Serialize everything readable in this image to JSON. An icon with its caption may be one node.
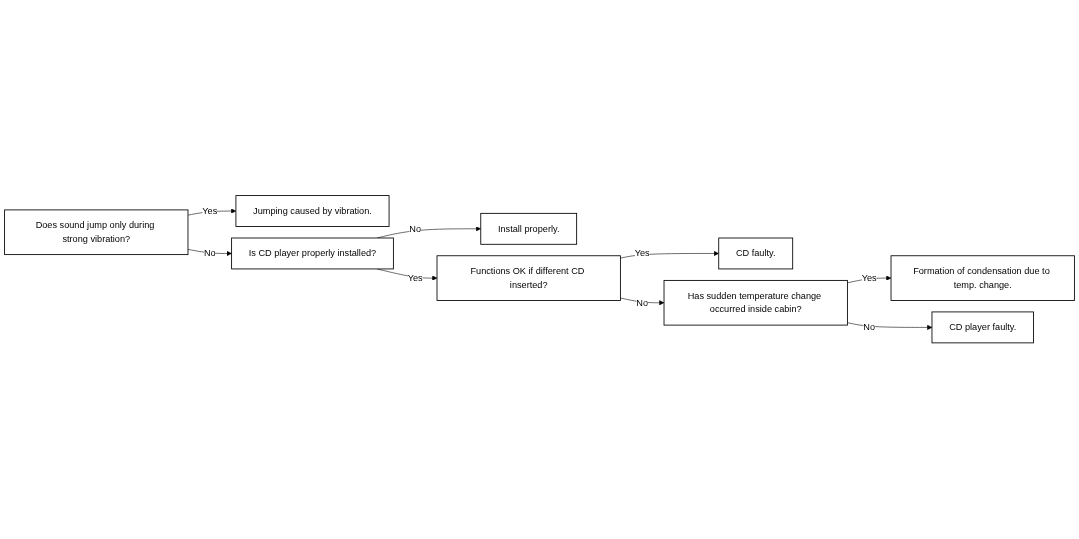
{
  "diagram": {
    "nodes": [
      {
        "text": [
          "Does sound jump only during strong vibration?"
        ]
      },
      {
        "text": [
          "Jumping caused by vibration."
        ]
      },
      {
        "text": [
          "Is CD player properly installed?"
        ]
      },
      {
        "text": [
          "Install properly."
        ]
      },
      {
        "text": [
          "Functions OK if different CD inserted?"
        ]
      },
      {
        "text": [
          "CD faulty."
        ]
      },
      {
        "text": [
          "Has sudden temperature change occurred inside cabin?"
        ]
      },
      {
        "text": [
          "Formation of condensation due to temp. change."
        ]
      },
      {
        "text": [
          "CD player faulty."
        ]
      }
    ],
    "edges": [
      {
        "from": 0,
        "to": 1,
        "label": "Yes",
        "arrow": "to"
      },
      {
        "from": 0,
        "to": 2,
        "label": "No",
        "arrow": "to"
      },
      {
        "from": 2,
        "to": 3,
        "label": "No",
        "arrow": "to"
      },
      {
        "from": 2,
        "to": 4,
        "label": "Yes",
        "arrow": "to"
      },
      {
        "from": 4,
        "to": 5,
        "label": "Yes",
        "arrow": "to"
      },
      {
        "from": 4,
        "to": 6,
        "label": "No",
        "arrow": "to"
      },
      {
        "from": 6,
        "to": 7,
        "label": "Yes",
        "arrow": "to"
      },
      {
        "from": 6,
        "to": 8,
        "label": "No",
        "arrow": "to"
      }
    ]
  }
}
